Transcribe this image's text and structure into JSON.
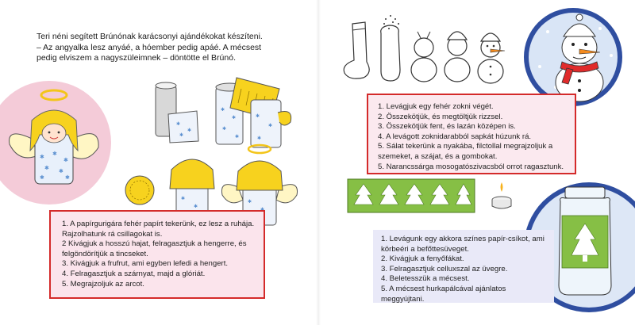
{
  "intro_text": "Teri néni segített Brúnónak karácsonyi ajándékokat készíteni.\n– Az angyalka lesz anyáé, a hóember pedig apáé. A mécsest\npedig elviszem a nagyszüleimnek – döntötte el Brúnó.",
  "angel_steps": [
    "1. A papírgurigára fehér papírt tekerünk, ez lesz a ruhája. Rajzolhatunk rá csillagokat is.",
    "2 Kivágjuk a hosszú hajat, felragasztjuk a hengerre, és felgöndörítjük a tincseket.",
    "3. Kivágjuk a frufrut, ami egyben lefedi a hengert.",
    "4. Felragasztjuk a szárnyat, majd a glóriát.",
    "5. Megrajzoljuk az arcot."
  ],
  "snowman_steps": [
    "1. Levágjuk egy fehér zokni végét.",
    "2. Összekötjük, és megtöltjük rizzsel.",
    "3. Összekötjük fent, és lazán középen is.",
    "4. A levágott zoknidarabból sapkát húzunk rá.",
    "5. Sálat tekerünk a nyakába, filctollal megrajzoljuk a szemeket, a szájat, és a gombokat.",
    "5. Narancssárga mosogatószivacsból orrot ragasztunk."
  ],
  "candle_steps": [
    "1. Levágunk egy akkora színes papír-csíkot, ami körbeéri a befőttesüveget.",
    "2. Kivágjuk a fenyőfákat.",
    "3. Felragasztjuk celluxszal az üvegre.",
    "4. Beletesszük a mécsest.",
    "5. A mécsest hurkapálcával ajánlatos meggyújtani."
  ],
  "colors": {
    "box_border": "#d42a2a",
    "angel_box_bg": "#fbe4ec",
    "snowman_box_bg": "#fbe9ef",
    "candle_box_bg": "#e9e9f8",
    "pink_circle": "#f4cbd8",
    "blue_circle": "#2f4ea0",
    "hair_yellow": "#f7d21e",
    "tree_green": "#86bf45",
    "scarf_red": "#e02b2b",
    "nose_orange": "#f38a1e"
  },
  "icons": [
    "angel-figure-icon",
    "paper-roll-icon",
    "halo-icon",
    "snowman-icon",
    "sock-icon",
    "tree-strip-icon",
    "tealight-icon",
    "jar-lantern-icon"
  ]
}
